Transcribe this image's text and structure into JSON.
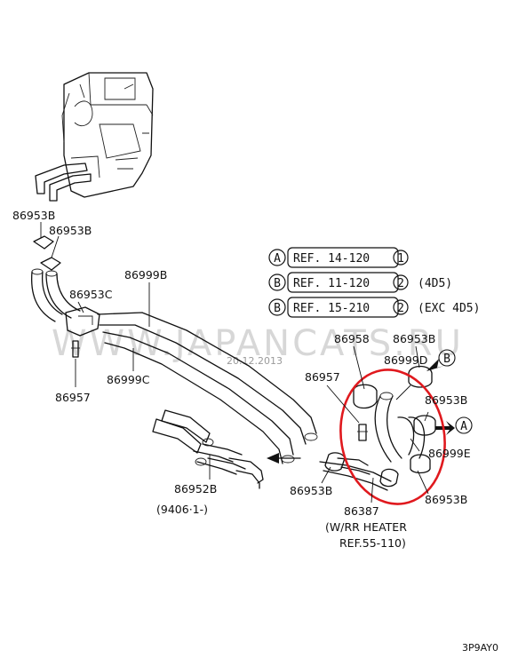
{
  "watermark": "WWW.JAPANCATS.RU",
  "watermark_date": "20.12.2013",
  "references": [
    {
      "letter": "A",
      "text": "REF. 14-120",
      "num": "1",
      "note": ""
    },
    {
      "letter": "B",
      "text": "REF. 11-120",
      "num": "2",
      "note": "(4D5)"
    },
    {
      "letter": "B",
      "text": "REF. 15-210",
      "num": "2",
      "note": "(EXC 4D5)"
    }
  ],
  "part_labels": {
    "p1": "86953B",
    "p2": "86953B",
    "p3": "86953C",
    "p4": "86999B",
    "p5": "86957",
    "p6": "86999C",
    "p7": "86958",
    "p8": "86953B",
    "p9": "86999D",
    "p10": "86957",
    "p11": "86953B",
    "p12": "86999E",
    "p13": "86953B",
    "p14": "86953B",
    "p15": "86952B",
    "p16": "(9406·1-)",
    "p17": "86387",
    "p18": "(W/RR HEATER",
    "p19": "REF.55-110)"
  },
  "arrow_marks": {
    "top_right": "B",
    "right": "A"
  },
  "diagram_code": "3P9AY0",
  "colors": {
    "highlight_circle": "#e0191e",
    "line": "#111111",
    "watermark": "#b8b8b8"
  }
}
